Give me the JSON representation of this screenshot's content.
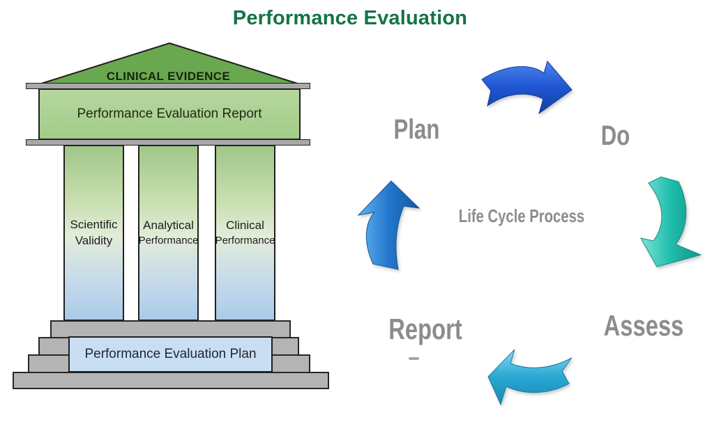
{
  "title": {
    "text": "Performance Evaluation",
    "color": "#157347"
  },
  "temple": {
    "pediment": {
      "label": "CLINICAL EVIDENCE",
      "fill": "#6aa84f"
    },
    "entablature": {
      "label": "Performance Evaluation Report",
      "fill_top": "#b6d7a0",
      "fill_bottom": "#a2cc87"
    },
    "pillars": [
      {
        "line1": "Scientific",
        "line2": "Validity"
      },
      {
        "line1": "Analytical",
        "line2": "Performance"
      },
      {
        "line1": "Clinical",
        "line2": "Performance"
      }
    ],
    "pillar_gradient": [
      "#9fc787",
      "#e2ecd8",
      "#a9cbe9"
    ],
    "base": {
      "label": "Performance Evaluation Plan",
      "fill": "#cadef3"
    },
    "stone_color": "#b4b4b4"
  },
  "cycle": {
    "center_label": "Life Cycle Process",
    "label_color": "#8c8c8c",
    "labels": {
      "plan": "Plan",
      "do": "Do",
      "assess": "Assess",
      "report": "Report"
    },
    "arrows": [
      {
        "name": "plan-to-do",
        "direction": "right",
        "color": "#1e55d2"
      },
      {
        "name": "do-to-assess",
        "direction": "down",
        "color": "#1fbdad"
      },
      {
        "name": "assess-to-report",
        "direction": "left",
        "color": "#29a7d2"
      },
      {
        "name": "report-to-plan",
        "direction": "up",
        "color": "#2277cc"
      }
    ]
  }
}
